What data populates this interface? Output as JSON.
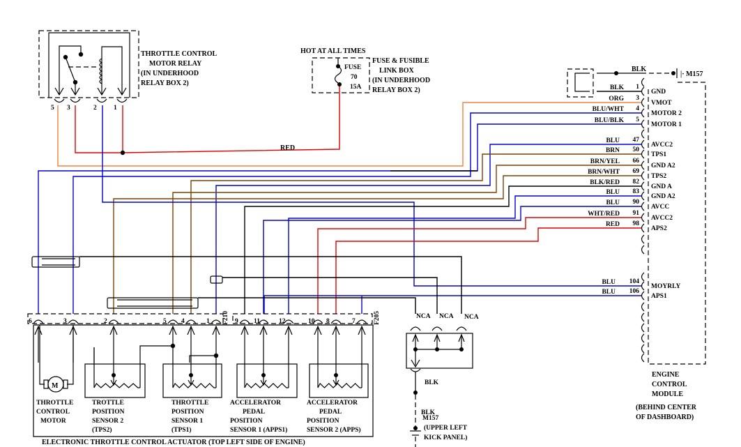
{
  "colors": {
    "RED": "#e00000",
    "ORG": "#f08040",
    "BLU": "#0000d0",
    "BRN": "#7a4000",
    "BLK": "#000000"
  },
  "relay": {
    "title_lines": [
      "THROTTLE CONTROL",
      "MOTOR RELAY",
      "(IN UNDERHOOD",
      "RELAY BOX 2)"
    ],
    "pins": [
      "5",
      "3",
      "2",
      "1"
    ]
  },
  "fuse_box": {
    "hot_label": "HOT AT ALL TIMES",
    "fuse_label": "FUSE",
    "fuse_number": "70",
    "fuse_rating": "15A",
    "title_lines": [
      "FUSE & FUSIBLE",
      "LINK BOX",
      "(IN UNDERHOOD",
      "RELAY BOX 2)"
    ]
  },
  "wires": {
    "red_label": "RED",
    "ground_blk_label": "BLK",
    "ground_ref": "M157"
  },
  "ecm": {
    "pins": [
      {
        "color": "BLK",
        "num": "1",
        "name": "GND"
      },
      {
        "color": "ORG",
        "num": "3",
        "name": "VMOT"
      },
      {
        "color": "BLU/WHT",
        "num": "4",
        "name": "MOTOR 2"
      },
      {
        "color": "BLU/BLK",
        "num": "5",
        "name": "MOTOR 1"
      },
      {
        "color": "BLU",
        "num": "47",
        "name": "AVCC2"
      },
      {
        "color": "BRN",
        "num": "50",
        "name": "TPS1"
      },
      {
        "color": "BRN/YEL",
        "num": "66",
        "name": "GND A2"
      },
      {
        "color": "BRN/WHT",
        "num": "69",
        "name": "TPS2"
      },
      {
        "color": "BLK/RED",
        "num": "82",
        "name": "GND A"
      },
      {
        "color": "BLU",
        "num": "83",
        "name": "GND A2"
      },
      {
        "color": "BLU",
        "num": "90",
        "name": "AVCC"
      },
      {
        "color": "WHT/RED",
        "num": "91",
        "name": "AVCC2"
      },
      {
        "color": "RED",
        "num": "98",
        "name": "APS2"
      },
      {
        "color": "BLU",
        "num": "104",
        "name": "MOYRLY"
      },
      {
        "color": "BLU",
        "num": "106",
        "name": "APS1"
      }
    ],
    "title_lines": [
      "ENGINE",
      "CONTROL",
      "MODULE"
    ],
    "location_lines": [
      "(BEHIND CENTER",
      "OF DASHBOARD)"
    ]
  },
  "actuator": {
    "connector_f210": "F210",
    "connector_f205": "F205",
    "pins_left": [
      "6",
      "3",
      "2",
      "5",
      "4",
      "1"
    ],
    "pins_right": [
      "9",
      "11",
      "12",
      "10",
      "8",
      "7"
    ],
    "components": [
      {
        "lines": [
          "THROTTLE",
          "CONTROL",
          "MOTOR"
        ],
        "symbol": "M"
      },
      {
        "lines": [
          "TROTTLE",
          "POSITION",
          "SENSOR 2",
          "(TPS2)"
        ]
      },
      {
        "lines": [
          "THROTTLE",
          "POSITION",
          "SENSOR 1",
          "(TPS1)"
        ]
      },
      {
        "lines": [
          "ACCELERATOR",
          "PEDAL",
          "POSITION",
          "SENSOR 1 (APPS1)"
        ]
      },
      {
        "lines": [
          "ACCELERATOR",
          "PEDAL",
          "POSITION",
          "SENSOR 2 (APPS)"
        ]
      }
    ],
    "title": "ELECTRONIC THROTTLE CONTROL ACTUATOR (TOP LEFT SIDE OF ENGINE)"
  },
  "ground_junction": {
    "nca_labels": [
      "NCA",
      "NCA",
      "NCA"
    ],
    "wire_label": "BLK",
    "ground_wire_label": "BLK",
    "ground_ref": "M157",
    "location_lines": [
      "(UPPER LEFT",
      "KICK PANEL)"
    ]
  }
}
